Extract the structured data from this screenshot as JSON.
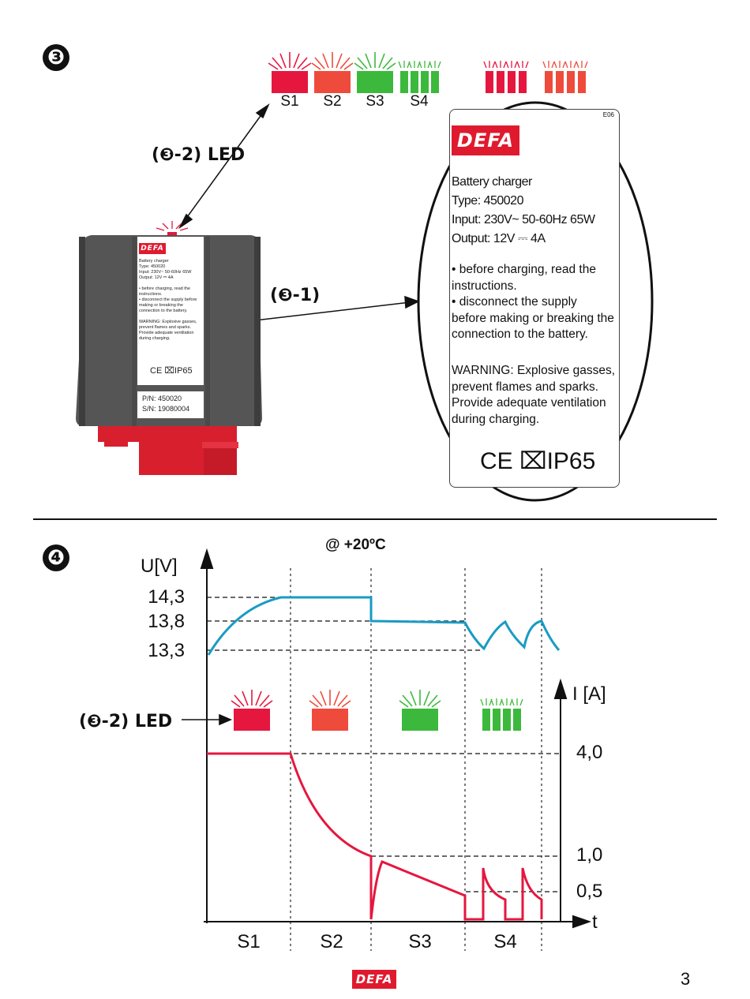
{
  "section3": {
    "badge": "❸",
    "led_callout": "(❸-2)",
    "led_word": "LED",
    "label_callout": "(❸-1)",
    "stages": [
      "S1",
      "S2",
      "S3",
      "S4"
    ]
  },
  "label_card": {
    "code": "E06",
    "brand": "DEFA",
    "lines": [
      "Battery charger",
      "Type: 450020",
      "Input: 230V~ 50-60Hz 65W",
      "Output: 12V ⎓ 4A"
    ],
    "instructions": [
      "• before charging, read the",
      "instructions.",
      "• disconnect the supply",
      "before making or breaking the",
      "connection to the battery."
    ],
    "warning": [
      "WARNING: Explosive gasses,",
      "prevent flames and sparks.",
      "Provide adequate ventilation",
      "during charging."
    ],
    "marks": "CE ⌧IP65"
  },
  "device": {
    "brand": "DEFA",
    "pn": "P/N: 450020",
    "sn": "S/N: 19080004",
    "mini_lines": "Battery charger\nType: 450020\nInput: 230V~ 50-60Hz 65W\nOutput: 12V ⎓ 4A\n\n• before charging, read the instructions.\n• disconnect the supply before making or breaking the connection to the battery.\n\nWARNING: Explosive gasses, prevent flames and sparks. Provide adequate ventilation during charging.",
    "mini_marks": "CE ⌧IP65"
  },
  "section4": {
    "badge": "❹",
    "temperature": "@ +20ºC",
    "led_callout": "(❸-2)",
    "led_word": "LED",
    "voltage_axis": "U[V]",
    "current_axis": "I [A]",
    "time_axis": "t",
    "voltage_ticks": [
      "14,3",
      "13,8",
      "13,3"
    ],
    "current_ticks": [
      "4,0",
      "1,0",
      "0,5"
    ],
    "phases": [
      "S1",
      "S2",
      "S3",
      "S4"
    ]
  },
  "colors": {
    "red": "#e5173f",
    "orange": "#ef4b3c",
    "green": "#3cb93c",
    "voltage_line": "#1a9bc4",
    "current_line": "#e5173f"
  },
  "footer": {
    "brand": "DEFA",
    "page_number": "3"
  }
}
